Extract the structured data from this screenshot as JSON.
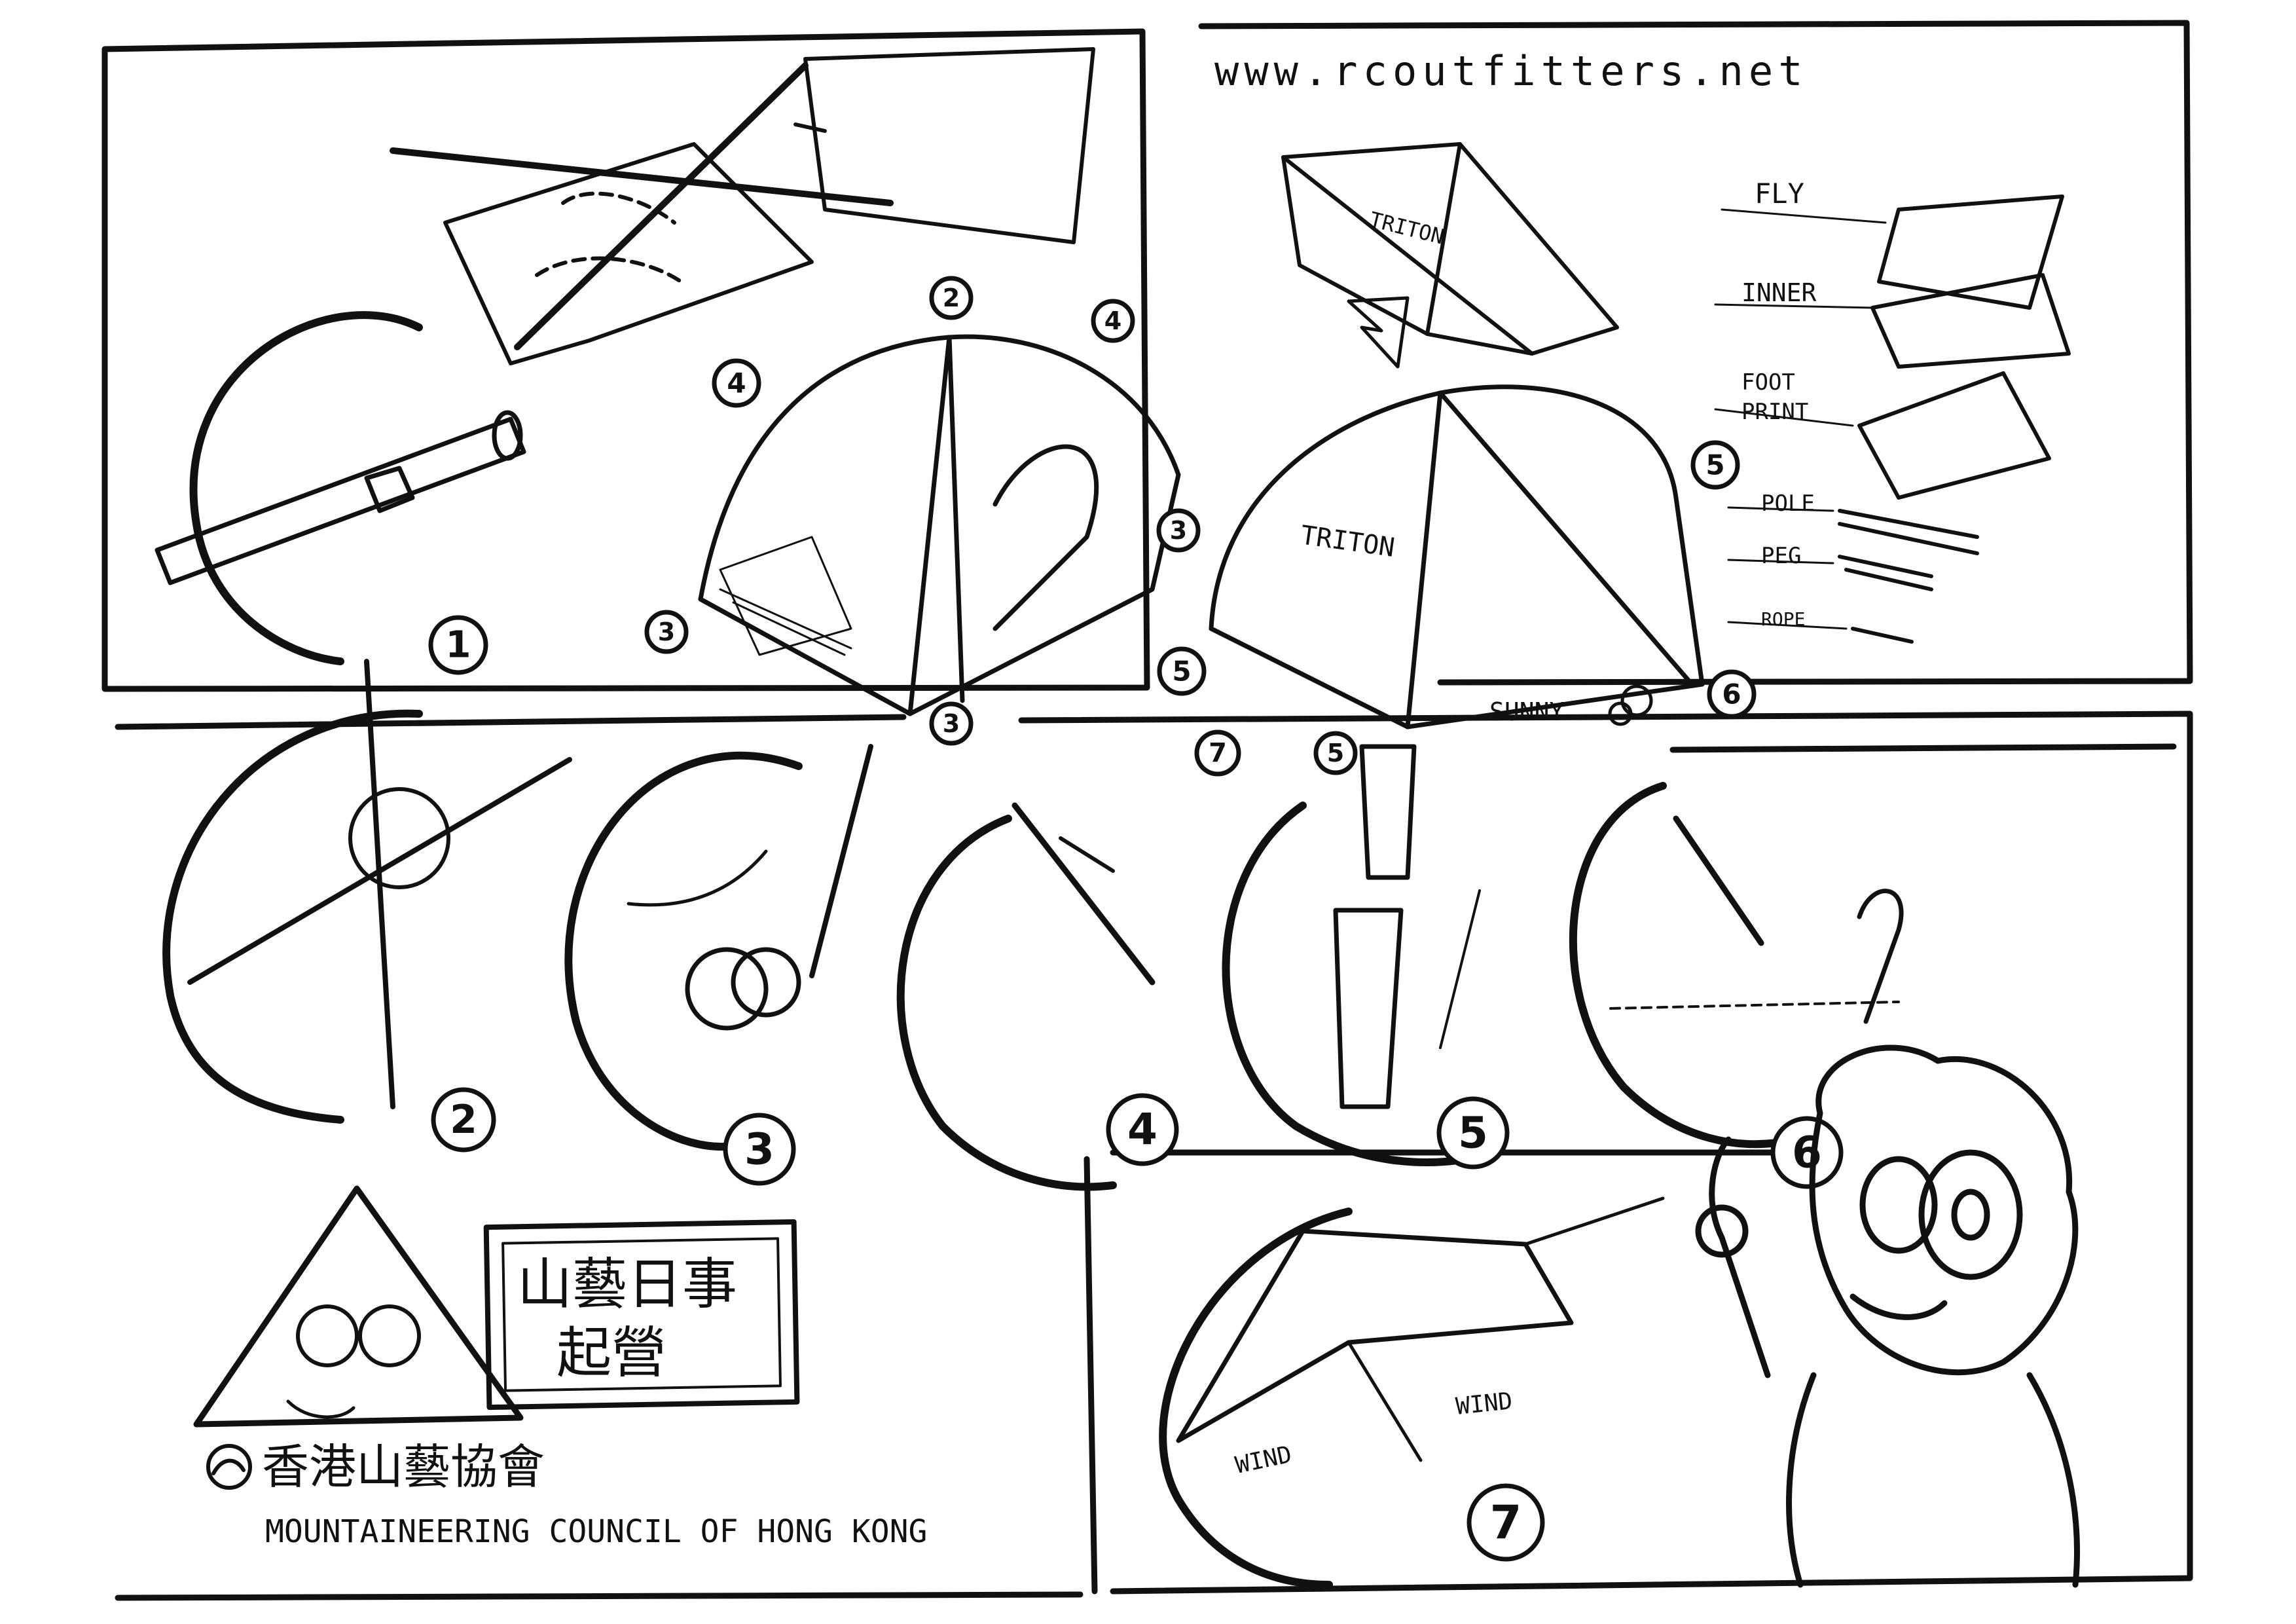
{
  "website": "www.rcoutfitters.net",
  "components": {
    "fly": "FLY",
    "inner": "INNER",
    "footprint_line1": "FOOT",
    "footprint_line2": "PRINT",
    "pole": "POLE",
    "peg": "PEG",
    "rope": "ROPE"
  },
  "tent_brand": "TRITON",
  "sunny": "SUNNY",
  "wind_left": "WIND",
  "wind_right": "WIND",
  "slogan_line1": "山藝日事",
  "slogan_line2": "起營",
  "org_chinese": "香港山藝協會",
  "org_english": "MOUNTAINEERING COUNCIL OF HONG KONG",
  "step_numbers": [
    "1",
    "2",
    "3",
    "4",
    "5",
    "6",
    "7"
  ],
  "tent_callouts": {
    "top": "2",
    "left_side": "4",
    "right_top": "4",
    "right_corner": "3",
    "left_corner": "3",
    "bottom_corner": "3",
    "fly_right": "5",
    "fly_left": "5",
    "fly_bottom": "5",
    "fly_door": "7",
    "fly_guy": "6"
  }
}
